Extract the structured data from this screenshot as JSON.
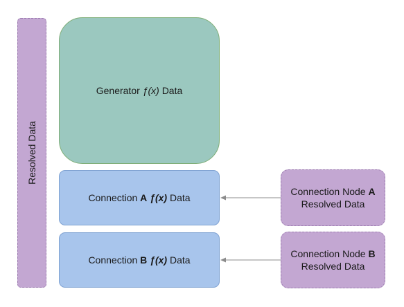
{
  "side_bar": {
    "label": "Resolved Data"
  },
  "generator": {
    "prefix": "Generator",
    "fx": "ƒ(x)",
    "suffix": "Data"
  },
  "connection_a": {
    "prefix": "Connection",
    "key": "A",
    "fx": "ƒ(x)",
    "suffix": "Data"
  },
  "connection_b": {
    "prefix": "Connection",
    "key": "B",
    "fx": "ƒ(x)",
    "suffix": "Data"
  },
  "node_a": {
    "line1_prefix": "Connection Node",
    "key": "A",
    "line2": "Resolved Data"
  },
  "node_b": {
    "line1_prefix": "Connection Node",
    "key": "B",
    "line2": "Resolved Data"
  },
  "colors": {
    "purple_fill": "#c3a7d2",
    "green_fill": "#9bc8bf",
    "blue_fill": "#a8c5ec",
    "arrow": "#8c8c8c"
  }
}
